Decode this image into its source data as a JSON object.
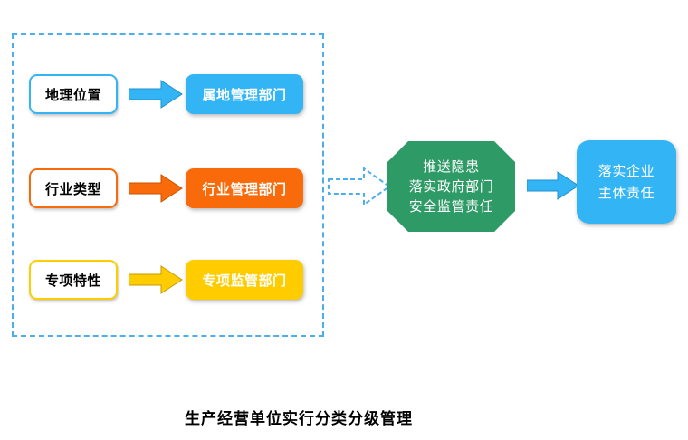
{
  "diagram": {
    "caption": "生产经营单位实行分类分级管理",
    "group": {
      "name": "classification-group",
      "border_color": "#4FAEEA",
      "border_style": "dashed"
    },
    "rows": [
      {
        "source_label": "地理位置",
        "target_label": "属地管理部门",
        "color": "#33B5F5",
        "arrow_icon": "right-arrow-icon"
      },
      {
        "source_label": "行业类型",
        "target_label": "行业管理部门",
        "color": "#F96A0A",
        "arrow_icon": "right-arrow-icon"
      },
      {
        "source_label": "专项特性",
        "target_label": "专项监管部门",
        "color": "#FFCC00",
        "arrow_icon": "right-arrow-icon"
      }
    ],
    "connector_arrow": {
      "icon": "dashed-right-arrow-icon",
      "color": "#4FAEEA",
      "style": "dashed-outline"
    },
    "octagon": {
      "color": "#2E9B67",
      "lines": [
        "推送隐患",
        "落实政府部门",
        "安全监管责任"
      ]
    },
    "final_arrow": {
      "icon": "right-arrow-icon",
      "color": "#33B5F5"
    },
    "final_box": {
      "color": "#33B5F5",
      "lines": [
        "落实企业",
        "主体责任"
      ]
    }
  }
}
